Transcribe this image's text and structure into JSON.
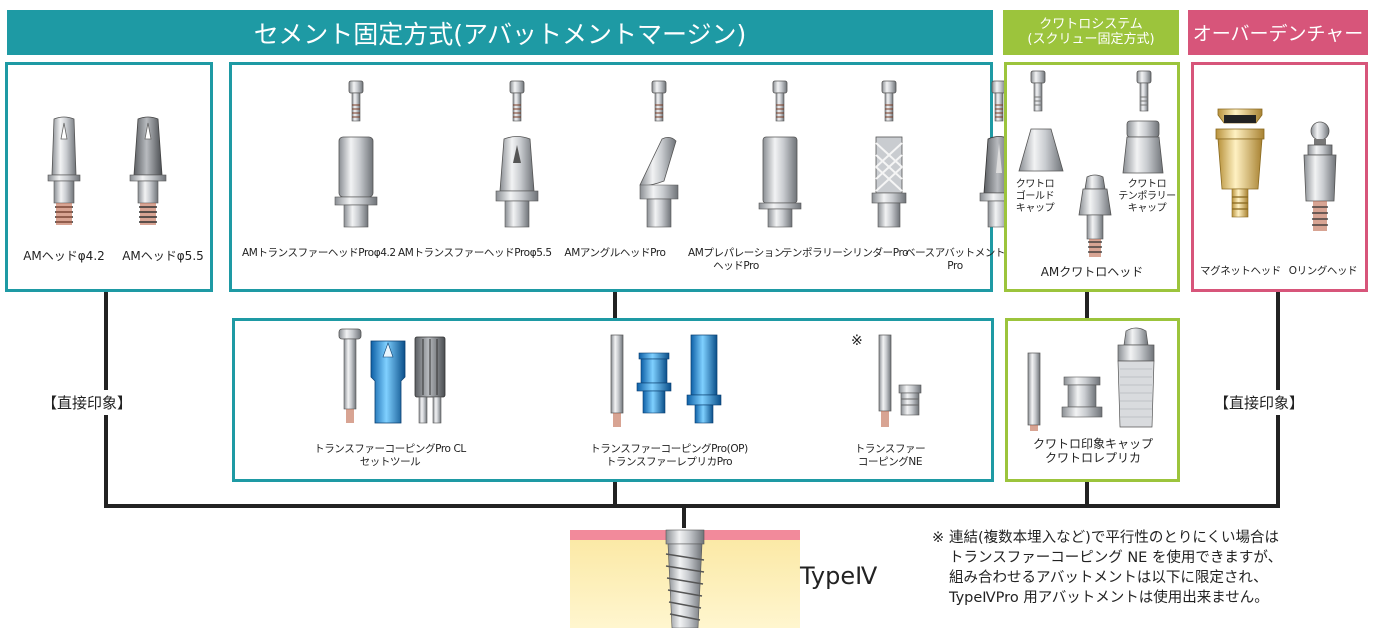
{
  "headers": {
    "cement": "セメント固定方式(アバットメントマージン)",
    "kuwatoro_line1": "クワトロシステム",
    "kuwatoro_line2": "(スクリュー固定方式)",
    "overdenture": "オーバーデンチャー"
  },
  "colors": {
    "teal": "#1e9aa4",
    "green": "#9cc43c",
    "pink": "#d7557a"
  },
  "am_heads": [
    "AMヘッドφ4.2",
    "AMヘッドφ5.5"
  ],
  "pro_abutments": [
    {
      "label": "AMトランスファーヘッドProφ4.2"
    },
    {
      "label": "AMトランスファーヘッドProφ5.5"
    },
    {
      "label": "AMアングルヘッドPro"
    },
    {
      "label": "AMプレパレーション\nヘッドPro"
    },
    {
      "label": "テンポラリーシリンダーPro"
    },
    {
      "label": "ベースアバットメント\nPro"
    }
  ],
  "kuwatoro": {
    "gold_cap": "クワトロ\nゴールド\nキャップ",
    "temp_cap": "クワトロ\nテンポラリー\nキャップ",
    "head": "AMクワトロヘッド",
    "impression": "クワトロ印象キャップ\nクワトロレプリカ"
  },
  "overdenture": {
    "magnet": "マグネットヘッド",
    "oring": "Oリングヘッド"
  },
  "transfer": {
    "cl": "トランスファーコーピングPro CL\nセットツール",
    "op": "トランスファーコーピングPro(OP)\nトランスファーレプリカPro",
    "ne": "トランスファー\nコーピングNE",
    "mark": "※"
  },
  "direct_left": "【直接印象】",
  "direct_right": "【直接印象】",
  "implant_label": "TypeⅣ",
  "note": {
    "mark": "※",
    "line1": "連結(複数本埋入など)で平行性のとりにくい場合は",
    "line2": "トランスファーコーピング NE を使用できますが、",
    "line3": "組み合わせるアバットメントは以下に限定され、",
    "line4": "TypeⅣPro 用アバットメントは使用出来ません。"
  }
}
